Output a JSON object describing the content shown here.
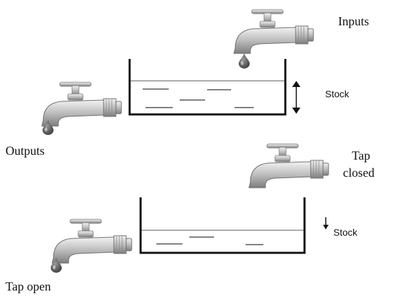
{
  "labels": {
    "inputs": "Inputs",
    "stock_top": "Stock",
    "outputs": "Outputs",
    "tap_closed_line1": "Tap",
    "tap_closed_line2": "closed",
    "stock_bottom": "Stock",
    "tap_open": "Tap open"
  },
  "icons": {
    "tap": "tap-icon",
    "drop": "water-drop-icon",
    "tank": "water-tank",
    "arrow_both": "double-arrow-icon",
    "arrow_down": "down-arrow-icon"
  },
  "colors": {
    "line": "#111111",
    "tap_light": "#e3e3e3",
    "tap_dark": "#8a8a8a",
    "drop": "#555555"
  }
}
